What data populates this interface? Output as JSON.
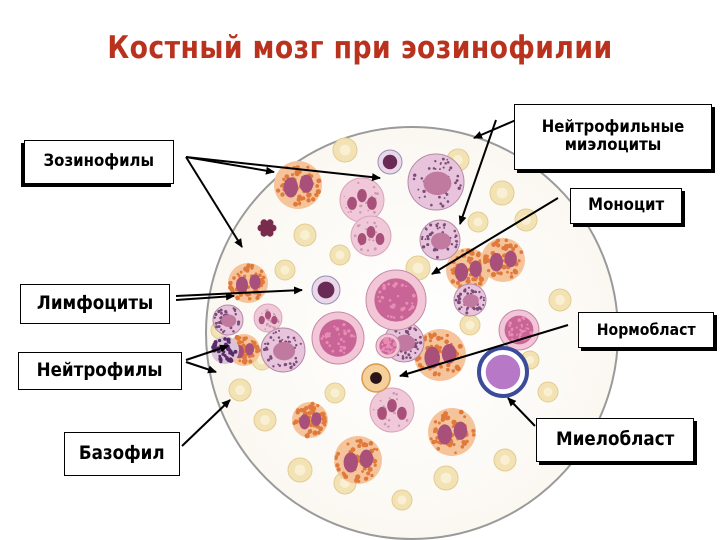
{
  "title": "Костный мозг при эозинофилии",
  "colors": {
    "title": "#b8321e",
    "eosinophil_granule": "#e07a3c",
    "nucleus": "#a8507a",
    "cytoplasm": "#f0c8d8",
    "erythrocyte": "#f2e2b4",
    "basophil_granule": "#5a2a6a",
    "myeloblast_nucleus": "#b878c8",
    "myeloblast_rim": "#3c4a9a"
  },
  "labels": {
    "eosinophils": "Зозинофилы",
    "neutrophil_myelocytes": "Нейтрофильные миэлоциты",
    "monocyte": "Моноцит",
    "lymphocytes": "Лимфоциты",
    "normoblast": "Нормобласт",
    "neutrophils": "Нейтрофилы",
    "basophil": "Базофил",
    "myeloblast": "Миелобласт"
  }
}
